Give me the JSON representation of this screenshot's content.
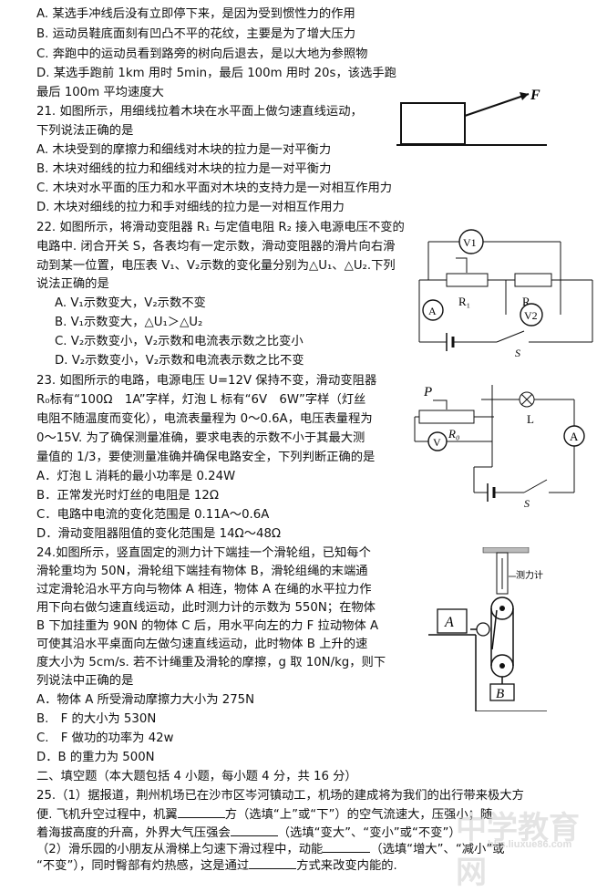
{
  "lines": [
    "A. 某选手冲线后没有立即停下来，是因为受到惯性力的作用",
    "B. 运动员鞋底面刻有凹凸不平的花纹，主要是为了增大压力",
    "C. 奔跑中的运动员看到路旁的树向后退去，是以大地为参照物",
    "D. 某选手跑前 1km 用时 5min，最后 100m 用时 20s，该选手跑",
    "最后 100m 平均速度大",
    "21. 如图所示，用细线拉着木块在水平面上做匀速直线运动，",
    "下列说法正确的是",
    "A. 木块受到的摩擦力和细线对木块的拉力是一对平衡力",
    "B. 木块对细线的拉力和细线对木块的拉力是一对平衡力",
    "C. 木块对水平面的压力和水平面对木块的支持力是一对相互作用力",
    "D. 木块对细线的拉力和手对细线的拉力是一对相互作用力",
    "22. 如图所示，将滑动变阻器 R₁ 与定值电阻 R₂ 接入电源电压不变的",
    "电路中. 闭合开关 S，各表均有一定示数，滑动变阻器的滑片向右滑",
    "动到某一位置，电压表 V₁、V₂示数的变化量分别为△U₁、△U₂.下列",
    "说法正确的是",
    "A. V₁示数变大，V₂示数不变",
    "B. V₁示数变大，△U₁＞△U₂",
    "C. V₂示数变小，V₂示数和电流表示数之比变小",
    "D. V₂示数变小，V₂示数和电流表示数之比不变",
    "23. 如图所示的电路，电源电压 U=12V 保持不变，滑动变阻器",
    "R₀标有“100Ω　1A”字样，灯泡 L 标有“6V　6W”字样（灯丝",
    "电阻不随温度而变化），电流表量程为 0～0.6A，电压表量程为",
    "0～15V. 为了确保测量准确，要求电表的示数不小于其最大测",
    "量值的 1/3，要使测量准确并确保电路安全，下列判断正确的是",
    "A．灯泡 L 消耗的最小功率是 0.24W",
    "B．正常发光时灯丝的电阻是 12Ω",
    "C．电路中电流的变化范围是 0.11A～0.6A",
    "D．滑动变阻器阻值的变化范围是 14Ω～48Ω",
    "24.如图所示，竖直固定的测力计下端挂一个滑轮组，已知每个",
    "滑轮重均为 50N，滑轮组下端挂有物体 B，滑轮组绳的末端通",
    "过定滑轮沿水平方向与物体 A 相连，物体 A 在绳的水平拉力作",
    "用下向右做匀速直线运动，此时测力计的示数为 550N；在物体",
    "B 下加挂重为 90N 的物体 C 后，用水平向左的力 F 拉动物体 A",
    "可使其沿水平桌面向左做匀速直线运动，此时物体 B 上升的速",
    "度大小为 5cm/s. 若不计绳重及滑轮的摩擦，g 取 10N/kg，则下",
    "列说法中正确的是",
    "A．物体 A 所受滑动摩擦力大小为 275N",
    "B.　F 的大小为 530N",
    "C.　F 做功的功率为 42w",
    "D．B 的重力为 500N",
    "二、填空题（本大题包括 4 小题，每小题 4 分，共 16 分）",
    "25.（1）据报道，荆州机场已在沙市区岑河镇动工，机场的建成将为我们的出行带来极大方",
    "便. 飞机升空过程中，机翼",
    "方（选填“上”或“下”）的空气流速大，压强小；随",
    "着海拔高度的升高，外界大气压强会",
    "（选填“变大”、“变小”或“不变”）",
    "（2）滑乐园的小朋友从滑梯上匀速下滑过程中，动能",
    "（选填“增大”、“减小”或",
    "“不变”），同时臀部有灼热感，这是通过",
    "方式来改变内能的."
  ],
  "fig21": {
    "force_label": "F"
  },
  "fig22": {
    "v1": "V1",
    "v2": "V2",
    "r1": "R₁",
    "r2": "R₂",
    "ammeter": "A",
    "switch": "S"
  },
  "fig23": {
    "p": "P",
    "r0": "R₀",
    "lamp": "L",
    "voltmeter": "V",
    "ammeter": "A",
    "switch": "S"
  },
  "fig24": {
    "meter": "测力计",
    "a": "A",
    "b": "B"
  },
  "watermark": {
    "main": "中学教育网",
    "url": "bbs.liuxue86.com"
  }
}
